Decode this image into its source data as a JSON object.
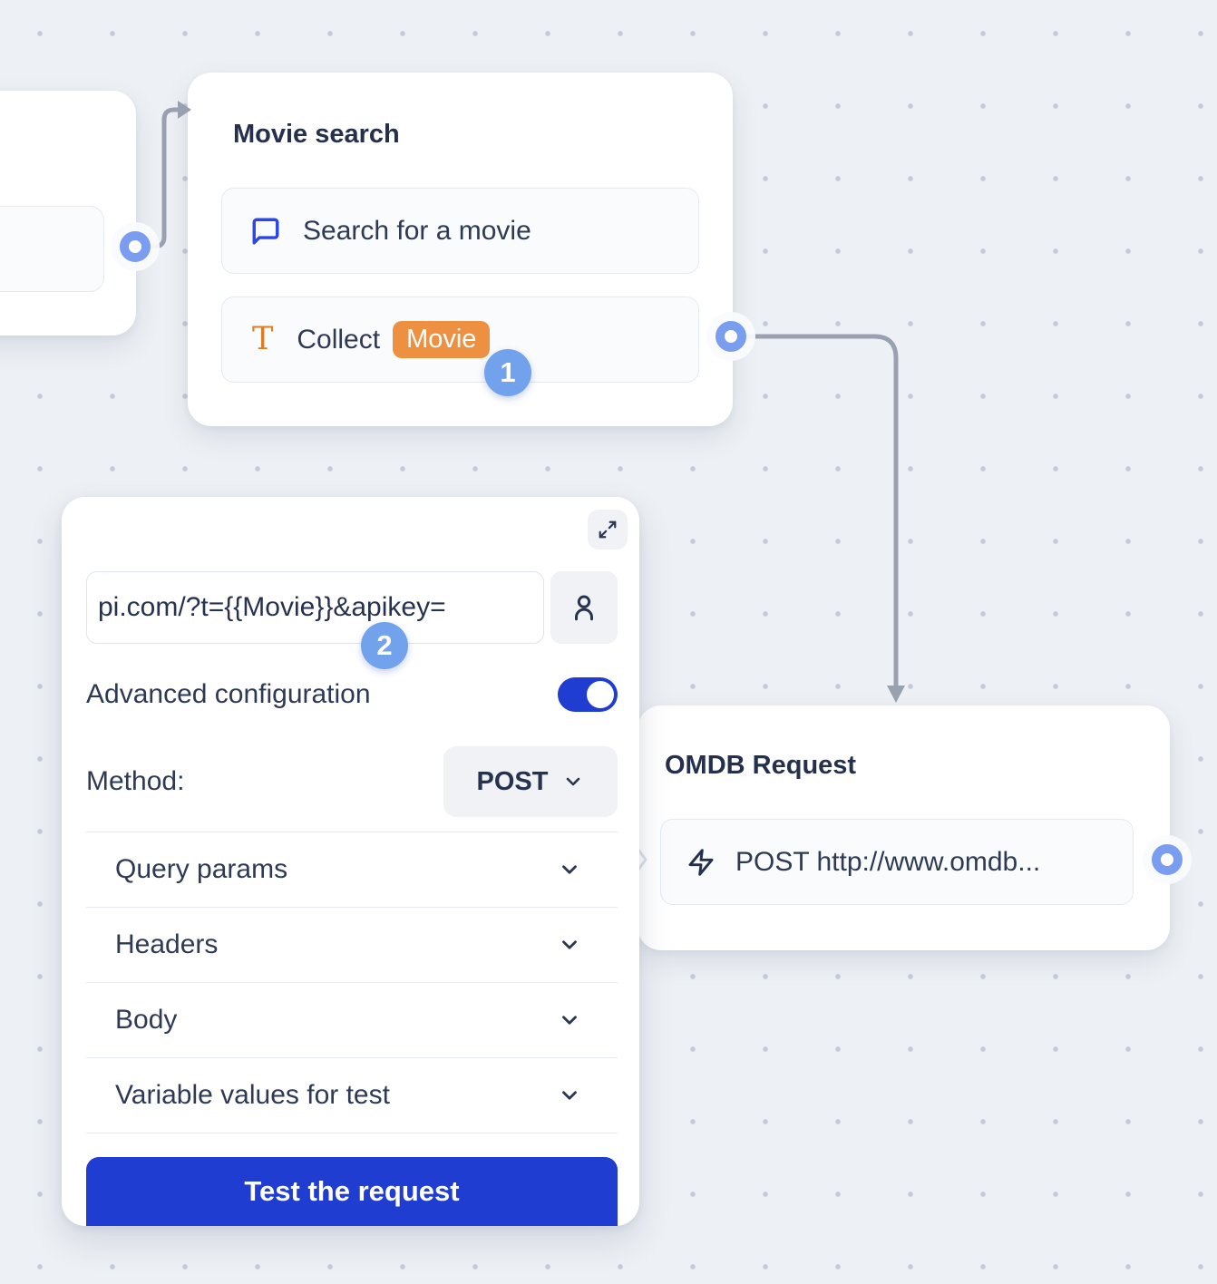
{
  "colors": {
    "canvas_bg": "#EDF0F4",
    "dot_grid": "#C4CBDA",
    "accent_blue": "#1F3DD1",
    "port_blue": "#7B9DF0",
    "step_badge_blue": "#72A2EC",
    "chip_orange": "#EE9041",
    "icon_orange": "#DC7E29",
    "chat_icon_blue": "#2946E8",
    "connector_gray": "#99A1B0",
    "title_navy": "#25304C"
  },
  "nodes": {
    "movie_search": {
      "title": "Movie search",
      "items": [
        {
          "icon": "chat-bubble-icon",
          "label": "Search for a movie"
        },
        {
          "icon": "text-input-icon",
          "label": "Collect",
          "chip": "Movie"
        }
      ],
      "step_badge": "1"
    },
    "omdb_request": {
      "title": "OMDB Request",
      "icon": "zap-icon",
      "request_label": "POST http://www.omdb..."
    }
  },
  "panel": {
    "url_value": "pi.com/?t={{Movie}}&apikey=",
    "advanced_label": "Advanced configuration",
    "advanced_enabled": true,
    "method_label": "Method:",
    "method_value": "POST",
    "sections": [
      "Query params",
      "Headers",
      "Body",
      "Variable values for test"
    ],
    "test_button": "Test the request",
    "step_badge": "2"
  }
}
